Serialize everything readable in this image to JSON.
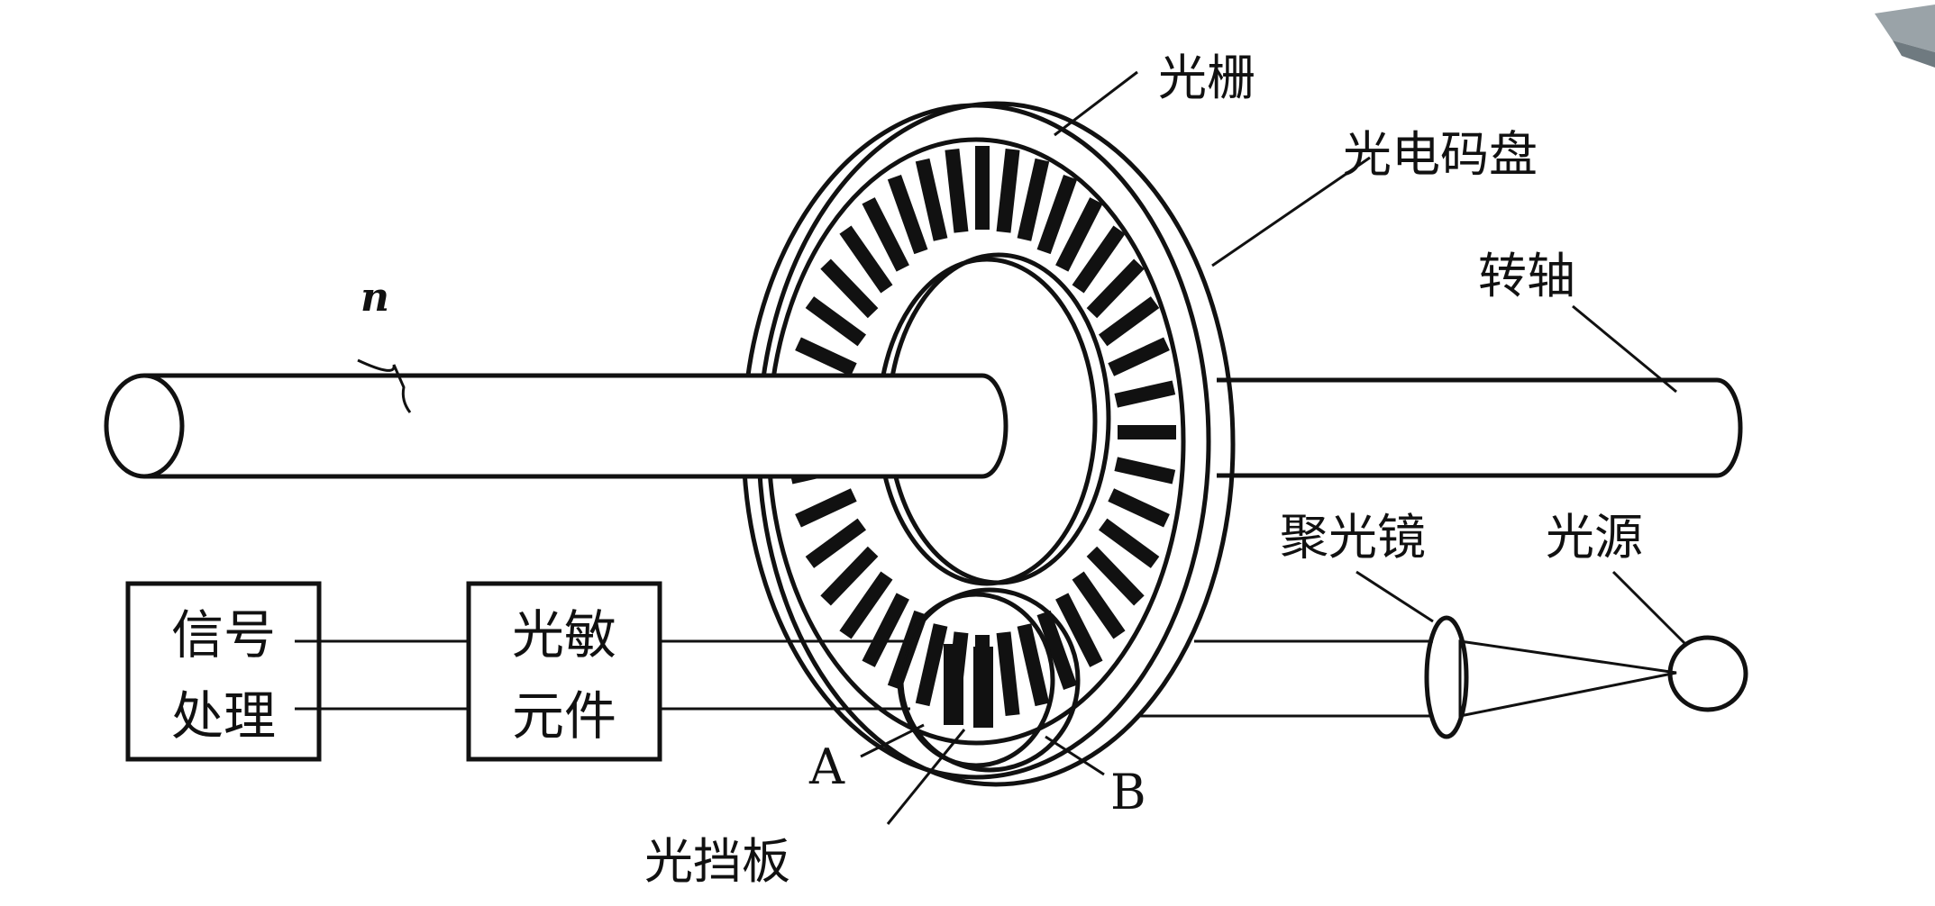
{
  "labels": {
    "grating": "光栅",
    "code_disc": "光电码盘",
    "shaft": "转轴",
    "speed": "n",
    "condenser": "聚光镜",
    "light_source": "光源",
    "point_a": "A",
    "point_b": "B",
    "shutter": "光挡板"
  },
  "boxes": {
    "signal_processing": {
      "line1": "信号",
      "line2": "处理"
    },
    "photosensitive_element": {
      "line1": "光敏",
      "line2": "元件"
    }
  },
  "disc": {
    "slot_count": 40
  },
  "colors": {
    "ink": "#111111",
    "paper": "#ffffff",
    "corner_mark": "#9aa3a8"
  }
}
